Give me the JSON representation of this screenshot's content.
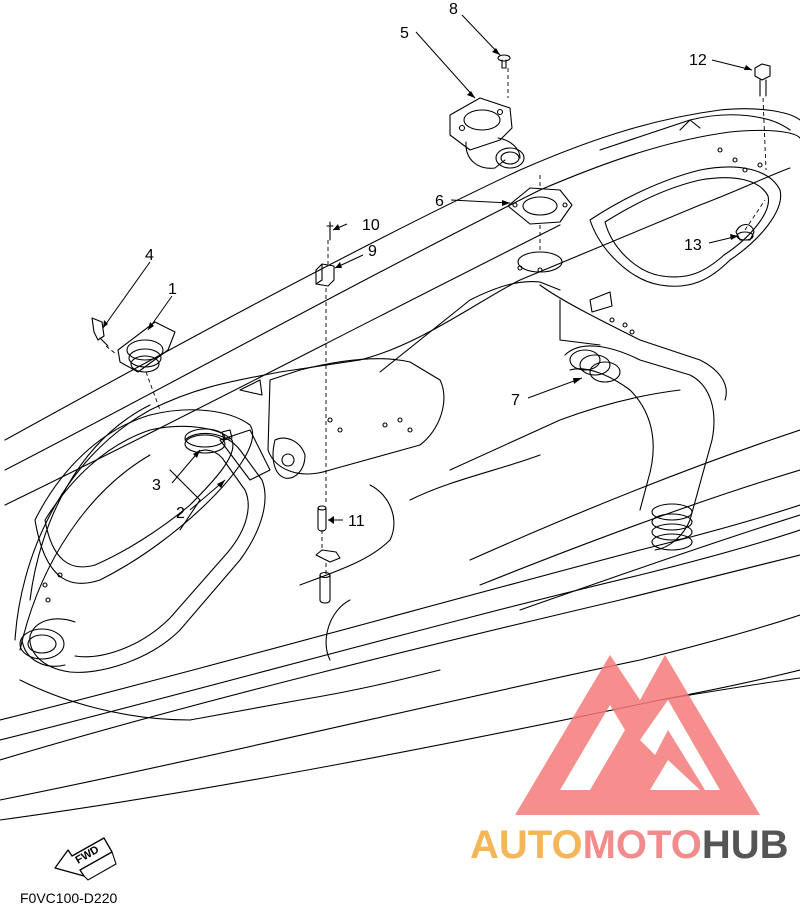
{
  "callouts": [
    {
      "id": "1",
      "label": "1"
    },
    {
      "id": "2",
      "label": "2"
    },
    {
      "id": "3",
      "label": "3"
    },
    {
      "id": "4",
      "label": "4"
    },
    {
      "id": "5",
      "label": "5"
    },
    {
      "id": "6",
      "label": "6"
    },
    {
      "id": "7",
      "label": "7"
    },
    {
      "id": "8",
      "label": "8"
    },
    {
      "id": "9",
      "label": "9"
    },
    {
      "id": "10",
      "label": "10"
    },
    {
      "id": "11",
      "label": "11"
    },
    {
      "id": "12",
      "label": "12"
    },
    {
      "id": "13",
      "label": "13"
    }
  ],
  "fwd_label": "FWD",
  "diagram_code": "F0VC100-D220",
  "watermark": {
    "part1": "AUTO",
    "part2": "MOTO",
    "part3": "HUB",
    "color1": "#f5b65a",
    "color2": "#f28c8c",
    "color3": "#555555",
    "logo_color": "#f47a7a"
  }
}
